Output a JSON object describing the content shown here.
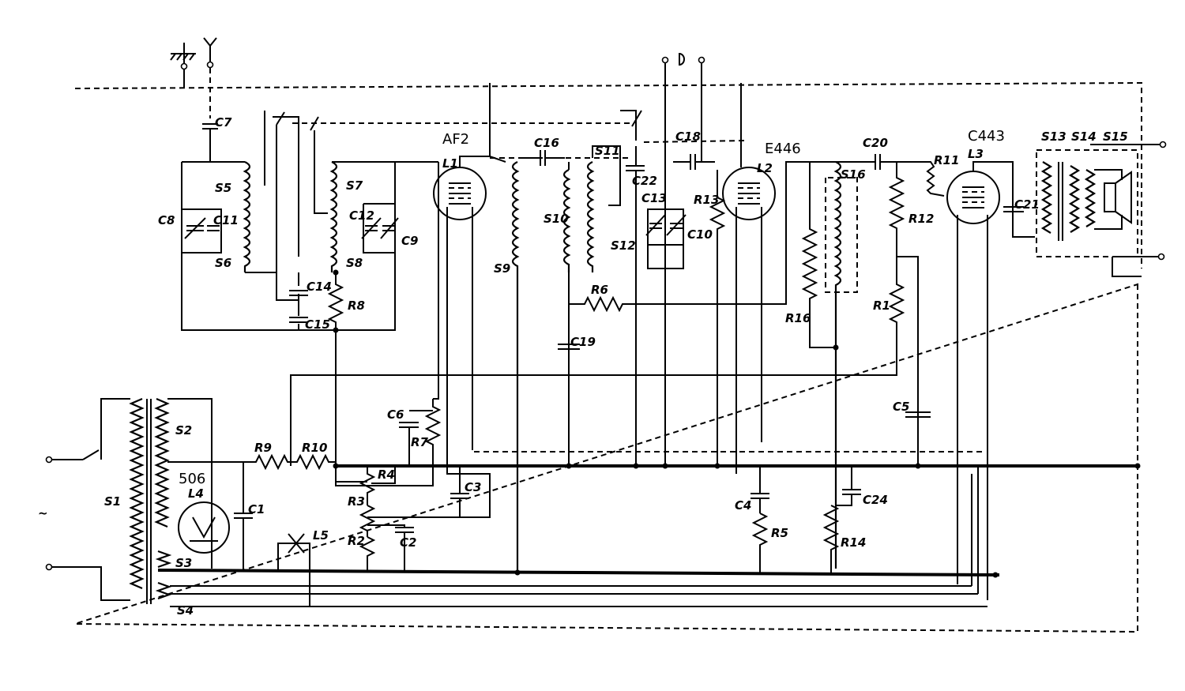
{
  "tubes": {
    "af2": "AF2",
    "l1": "L1",
    "e446": "E446",
    "l2": "L2",
    "c443": "C443",
    "l3": "L3",
    "r506": "506",
    "l4": "L4",
    "l5": "L5"
  },
  "coils": {
    "s1": "S1",
    "s2": "S2",
    "s3": "S3",
    "s4": "S4",
    "s5": "S5",
    "s6": "S6",
    "s7": "S7",
    "s8": "S8",
    "s9": "S9",
    "s10": "S10",
    "s11": "S11",
    "s12": "S12",
    "s13": "S13",
    "s14": "S14",
    "s15": "S15",
    "s16": "S16"
  },
  "capacitors": {
    "c1": "C1",
    "c2": "C2",
    "c3": "C3",
    "c4": "C4",
    "c5": "C5",
    "c6": "C6",
    "c7": "C7",
    "c8": "C8",
    "c9": "C9",
    "c10": "C10",
    "c11": "C11",
    "c12": "C12",
    "c13": "C13",
    "c14": "C14",
    "c15": "C15",
    "c16": "C16",
    "c18": "C18",
    "c19": "C19",
    "c20": "C20",
    "c21": "C21",
    "c22": "C22",
    "c24": "C24"
  },
  "resistors": {
    "r1": "R1",
    "r2": "R2",
    "r3": "R3",
    "r4": "R4",
    "r5": "R5",
    "r6": "R6",
    "r7": "R7",
    "r8": "R8",
    "r9": "R9",
    "r10": "R10",
    "r11": "R11",
    "r12": "R12",
    "r13": "R13",
    "r14": "R14",
    "r16": "R16"
  },
  "symbols": {
    "mains": "~"
  }
}
